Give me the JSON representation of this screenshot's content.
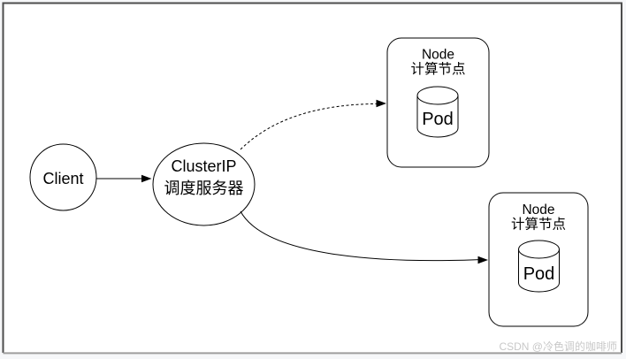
{
  "diagram": {
    "client": {
      "label": "Client"
    },
    "cluster_ip": {
      "title": "ClusterIP",
      "subtitle": "调度服务器"
    },
    "nodes": [
      {
        "title": "Node",
        "subtitle": "计算节点",
        "pod_label": "Pod"
      },
      {
        "title": "Node",
        "subtitle": "计算节点",
        "pod_label": "Pod"
      }
    ],
    "edges": [
      {
        "from": "Client",
        "to": "ClusterIP 调度服务器",
        "style": "solid-arrow"
      },
      {
        "from": "ClusterIP 调度服务器",
        "to": "Node 计算节点 (top)",
        "style": "dashed-arrow"
      },
      {
        "from": "ClusterIP 调度服务器",
        "to": "Node 计算节点 (bottom)",
        "style": "solid-arrow"
      }
    ],
    "colors": {
      "stroke": "#000000",
      "shape_fill": "#ffffff",
      "frame_border_dark": "#4d4d4d",
      "frame_border_light": "#9e9e9e",
      "outside_background": "#f6f7f9",
      "watermark_text": "#c8c8c8"
    }
  },
  "watermark": {
    "text": "CSDN @冷色调的咖啡师"
  }
}
